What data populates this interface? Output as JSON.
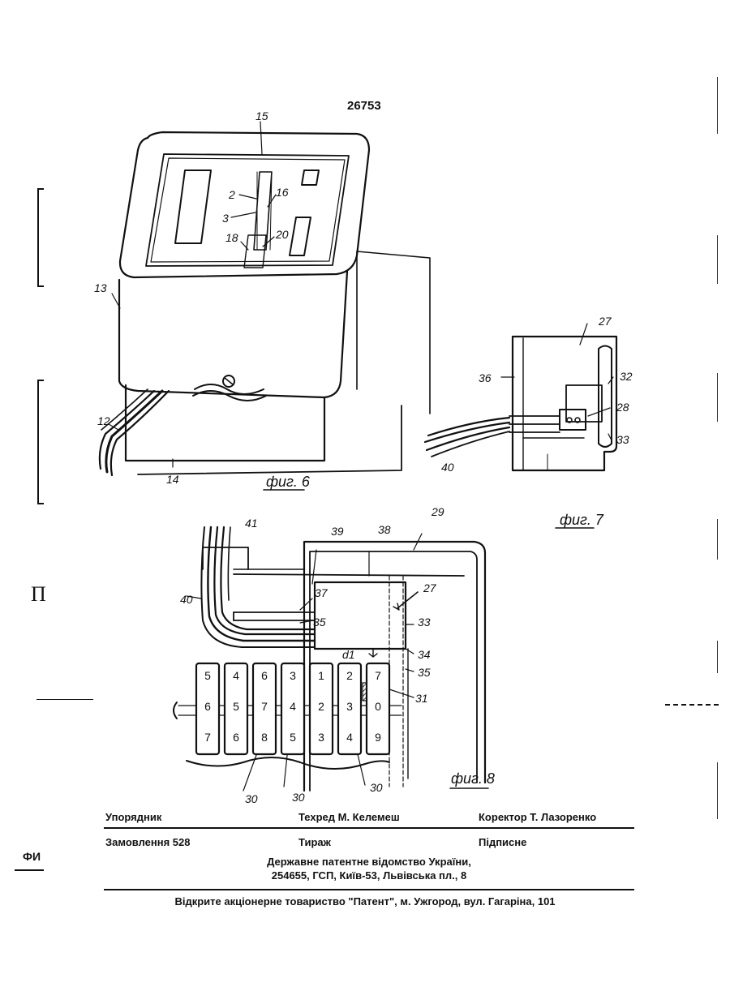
{
  "page_number": "26753",
  "figures": {
    "fig6": {
      "caption": "фиг. 6",
      "refs": {
        "r15": "15",
        "r2": "2",
        "r16": "16",
        "r3": "3",
        "r18": "18",
        "r20": "20",
        "r13": "13",
        "r12": "12",
        "r14": "14"
      }
    },
    "fig7": {
      "caption": "фиг. 7",
      "refs": {
        "r27": "27",
        "r36": "36",
        "r32": "32",
        "r28": "28",
        "r33": "33",
        "r40": "40"
      }
    },
    "fig8": {
      "caption": "фиг. 8",
      "refs": {
        "r29": "29",
        "r41": "41",
        "r39": "39",
        "r38": "38",
        "r27": "27",
        "r40": "40",
        "r37": "37",
        "r35a": "35",
        "r33": "33",
        "r34": "34",
        "r35b": "35",
        "r31": "31",
        "r30a": "30",
        "r30b": "30",
        "r30c": "30",
        "rd1": "d1"
      },
      "wheels": [
        {
          "top": "5",
          "mid": "6",
          "bot": "7"
        },
        {
          "top": "4",
          "mid": "5",
          "bot": "6"
        },
        {
          "top": "6",
          "mid": "7",
          "bot": "8"
        },
        {
          "top": "3",
          "mid": "4",
          "bot": "5"
        },
        {
          "top": "1",
          "mid": "2",
          "bot": "3"
        },
        {
          "top": "2",
          "mid": "3",
          "bot": "4"
        },
        {
          "top": "7",
          "mid": "0",
          "bot": "9"
        }
      ]
    }
  },
  "margin_marks": {
    "pi": "П",
    "fi": "ФИ"
  },
  "imprint": {
    "compiler": "Упорядник",
    "tech_editor": "Техред М. Келемеш",
    "corrector": "Коректор Т. Лазоренко",
    "order": "Замовлення 528",
    "circulation": "Тираж",
    "subscription": "Підписне",
    "office_line1": "Державне патентне відомство України,",
    "office_line2": "254655, ГСП, Київ-53, Львівська пл., 8"
  },
  "footer": "Відкрите акціонерне товариство \"Патент\", м. Ужгород, вул. Гагаріна, 101"
}
